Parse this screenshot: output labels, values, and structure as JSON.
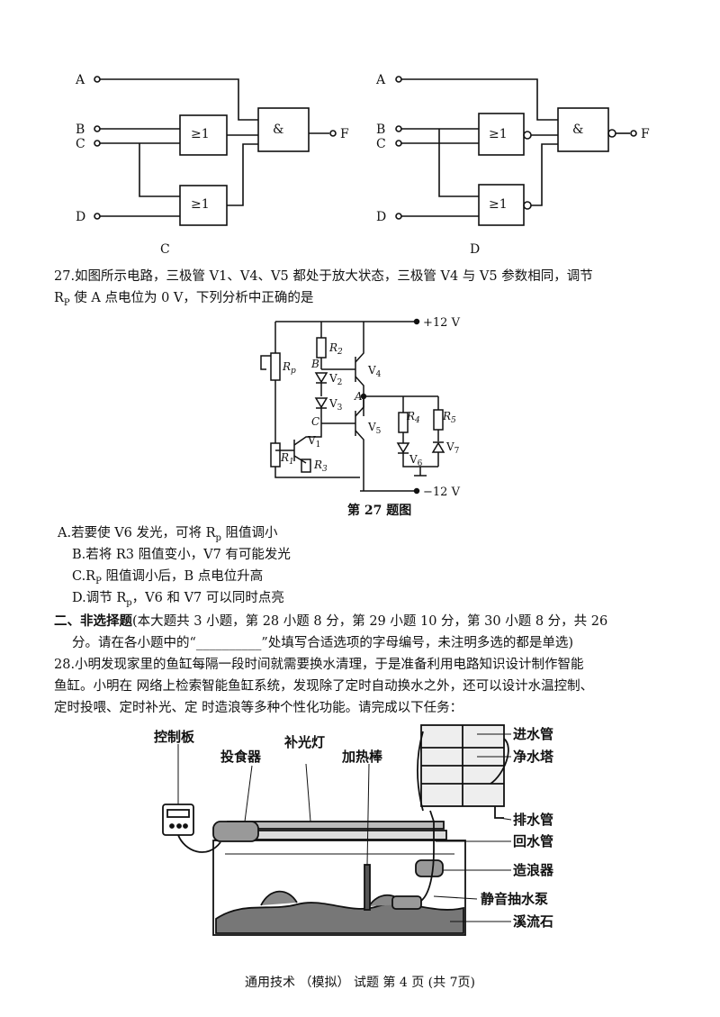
{
  "gates": {
    "c": {
      "inputs": [
        "A",
        "B",
        "C",
        "D"
      ],
      "or_label": "≥1",
      "and_label": "&",
      "output": "F",
      "caption": "C"
    },
    "d": {
      "inputs": [
        "A",
        "B",
        "C",
        "D"
      ],
      "or_label": "≥1",
      "and_label": "&",
      "output": "F",
      "caption": "D"
    }
  },
  "q27": {
    "stem_line1": "27.如图所示电路，三极管 V1、V4、V5 都处于放大状态，三极管 V4 与 V5 参数相同，调节",
    "stem_line2": "R",
    "stem_line2_sub": "P",
    "stem_line2_rest": " 使 A 点电位为 0 V，下列分析中正确的是",
    "circuit": {
      "vplus": "+12 V",
      "vminus": "−12 V",
      "labels": {
        "rp": "R",
        "rp_sub": "p",
        "r2": "R",
        "r2_sub": "2",
        "b": "B",
        "v2": "V",
        "v2_sub": "2",
        "v3": "V",
        "v3_sub": "3",
        "v4": "V",
        "v4_sub": "4",
        "a": "A",
        "c": "C",
        "v1": "V",
        "v1_sub": "1",
        "v5": "V",
        "v5_sub": "5",
        "r4": "R",
        "r4_sub": "4",
        "r5": "R",
        "r5_sub": "5",
        "v6": "V",
        "v6_sub": "6",
        "v7": "V",
        "v7_sub": "7",
        "r1": "R",
        "r1_sub": "1",
        "r3": "R",
        "r3_sub": "3"
      },
      "caption": "第 27 题图"
    },
    "options": [
      "A.若要使  V6  发光，可将  R",
      "B.若将  R3  阻值变小，V7  有可能发光",
      "C.R",
      "D.调节  R"
    ],
    "opt_a_sub": "p",
    "opt_a_rest": "  阻值调小",
    "opt_c_sub": "P",
    "opt_c_rest": "  阻值调小后，B  点电位升高",
    "opt_d_sub": "p",
    "opt_d_rest": "，V6  和  V7  可以同时点亮"
  },
  "section2": {
    "heading": "二、非选择题",
    "line1": "(本大题共  3  小题，第 28 小题 8 分，第 29 小题 10 分，第 30 小题 8 分，共 26",
    "line2a": "分。请在各小题中的“",
    "blank": "__________",
    "line2b": "”处填写合适选项的字母编号，未注明多选的都是单选)"
  },
  "q28": {
    "lines": [
      "28.小明发现家里的鱼缸每隔一段时间就需要换水清理，于是准备利用电路知识设计制作智能",
      "鱼缸。小明在  网络上检索智能鱼缸系统，发现除了定时自动换水之外，还可以设计水温控制、",
      "定时投喂、定时补光、定  时造浪等多种个性化功能。请完成以下任务："
    ],
    "callouts": {
      "control": "控制板",
      "feeder": "投食器",
      "light": "补光灯",
      "heater": "加热棒",
      "inlet": "进水管",
      "tower": "净水塔",
      "drain": "排水管",
      "return": "回水管",
      "wave": "造浪器",
      "pump": "静音抽水泵",
      "stone": "溪流石"
    }
  },
  "footer": "通用技术  （模拟）  试题  第  4  页  (共 7页)"
}
